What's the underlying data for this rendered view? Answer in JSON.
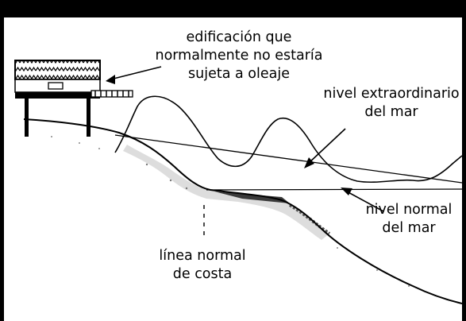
{
  "diagram": {
    "labels": {
      "building_line1": "edificación que",
      "building_line2": "normalmente no estaría",
      "building_line3": "sujeta a oleaje",
      "extraordinary_line1": "nivel extraordinario",
      "extraordinary_line2": "del mar",
      "normal_line1": "nivel normal",
      "normal_line2": "del mar",
      "coast_line1": "línea normal",
      "coast_line2": "de costa"
    }
  }
}
